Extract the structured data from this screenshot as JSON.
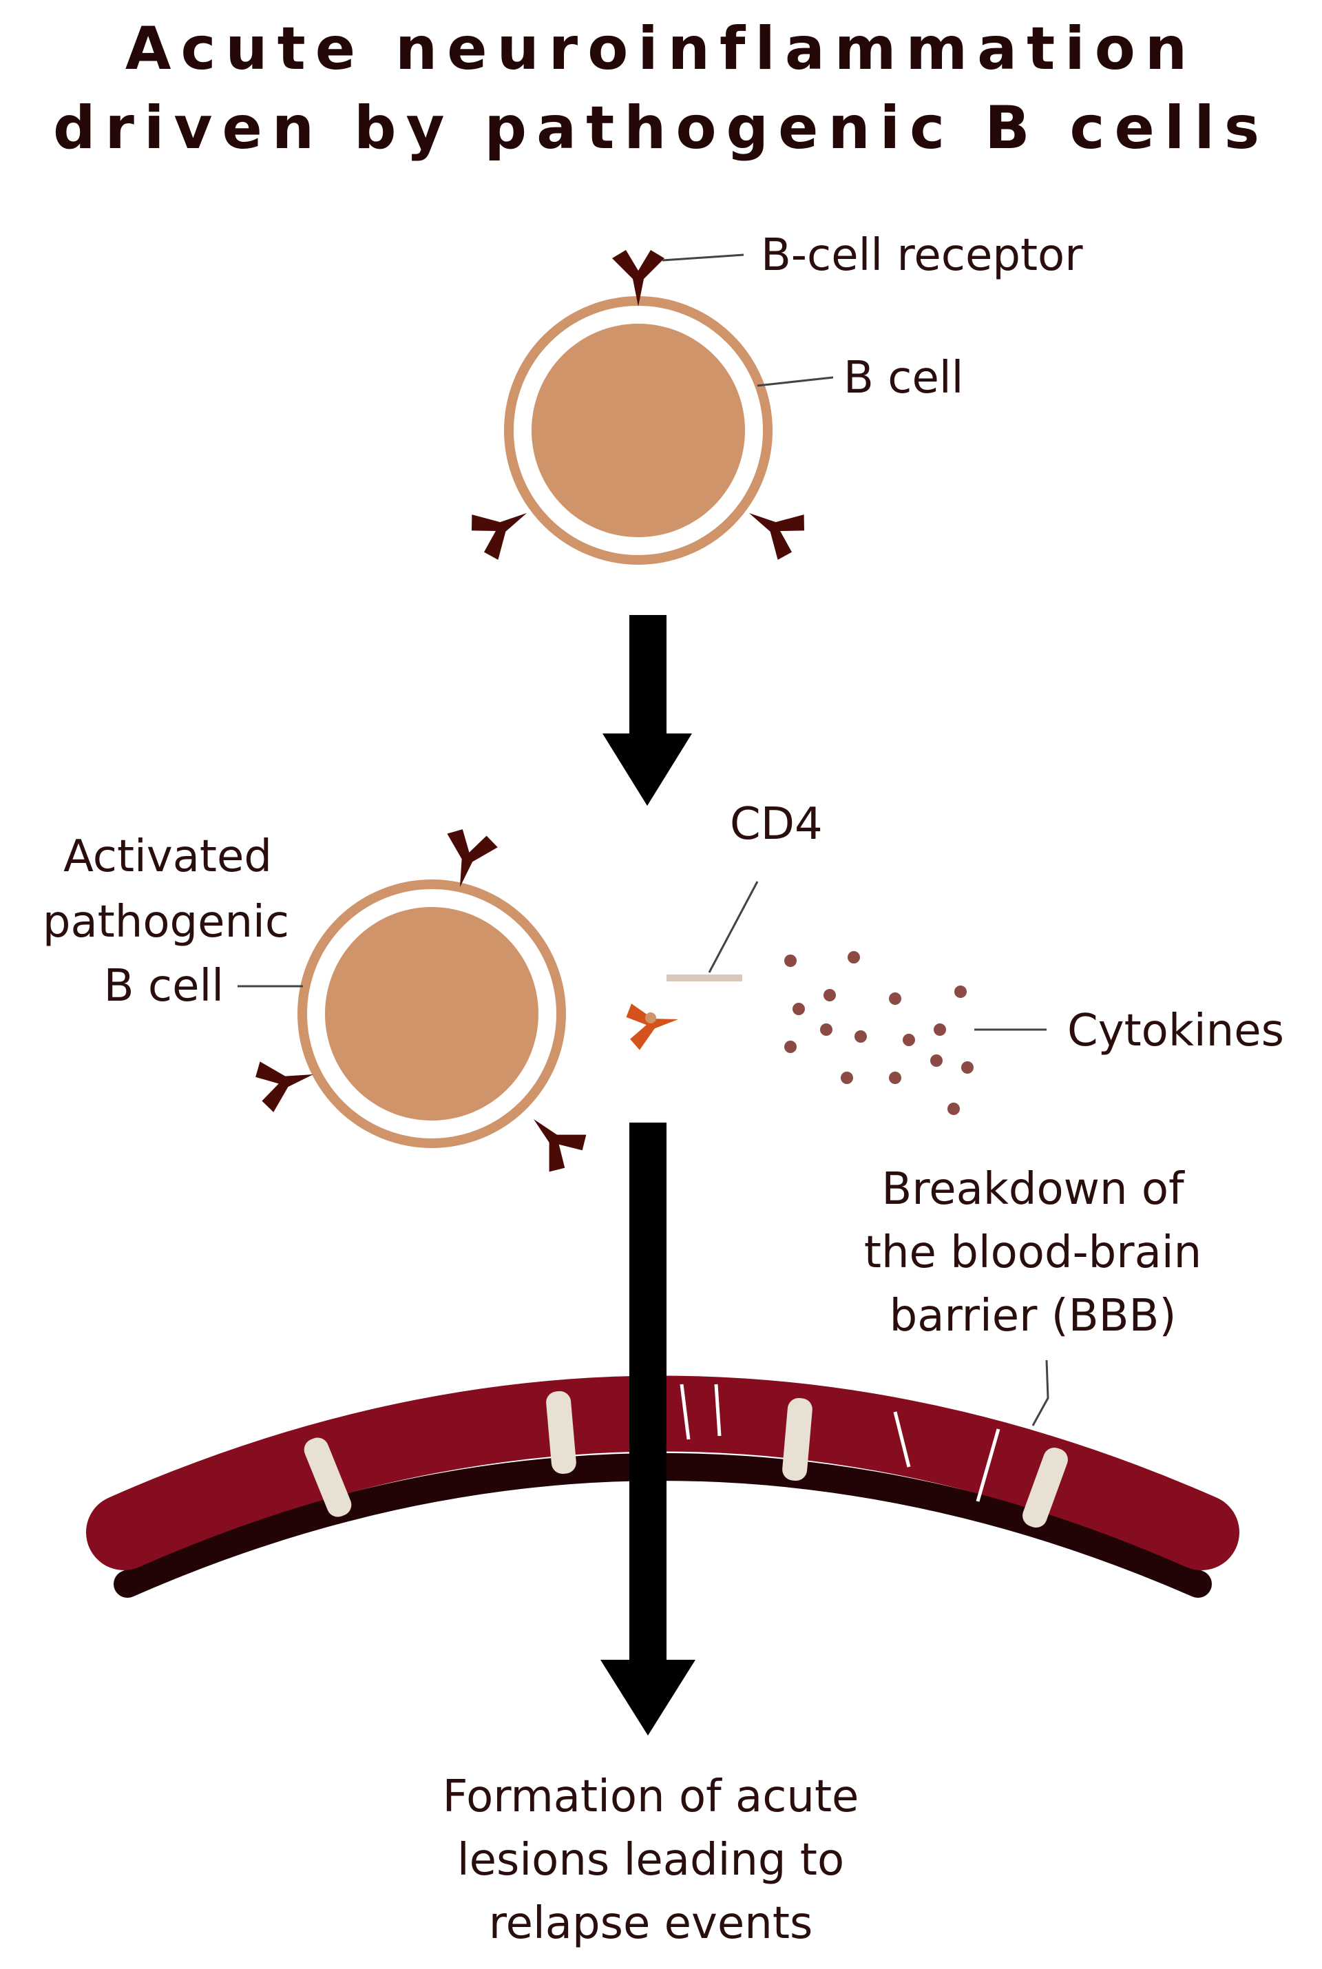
{
  "title": {
    "line1": "Acute neuroinflammation",
    "line2": "driven by pathogenic B cells"
  },
  "labels": {
    "bcell_receptor": "B-cell receptor",
    "bcell": "B cell",
    "activated_line1": "Activated",
    "activated_line2": "pathogenic",
    "activated_line3": "B cell",
    "cd4": "CD4",
    "cytokines": "Cytokines",
    "bbb_line1": "Breakdown of",
    "bbb_line2": "the blood-brain",
    "bbb_line3": "barrier (BBB)",
    "outcome_line1": "Formation of acute",
    "outcome_line2": "lesions leading to",
    "outcome_line3": "relapse events"
  },
  "colors": {
    "cell_fill": "#d0946b",
    "receptor": "#4a0b06",
    "cd4_cell": "#d4521c",
    "cytokine": "#8c4a44",
    "barrier": "#860d20",
    "barrier_base": "#220406",
    "junction": "#e8e0d2",
    "arrow": "#000000"
  }
}
